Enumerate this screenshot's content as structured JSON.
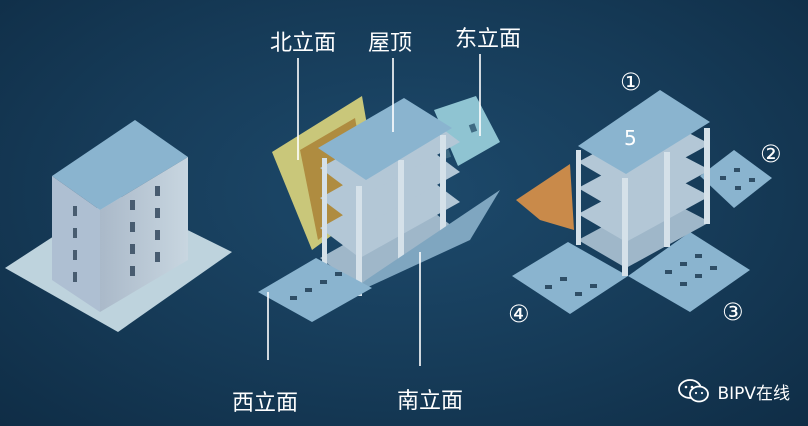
{
  "labels": {
    "north_facade": "北立面",
    "roof": "屋顶",
    "east_facade": "东立面",
    "west_facade": "西立面",
    "south_facade": "南立面"
  },
  "markers": {
    "m1": "①",
    "m2": "②",
    "m3": "③",
    "m4": "④",
    "m5": "5"
  },
  "watermark": {
    "text": "BIPV在线",
    "icon": "wechat-icon"
  },
  "colors": {
    "background": "#163b58",
    "roof_blue": "#8ab4cf",
    "wall_light": "#b7c9d6",
    "ground": "#bed3dd",
    "north_panel": "#c9c77a",
    "east_panel": "#8fc4d2",
    "west_panel_orange": "#c98a4a",
    "label_white": "#ffffff"
  }
}
